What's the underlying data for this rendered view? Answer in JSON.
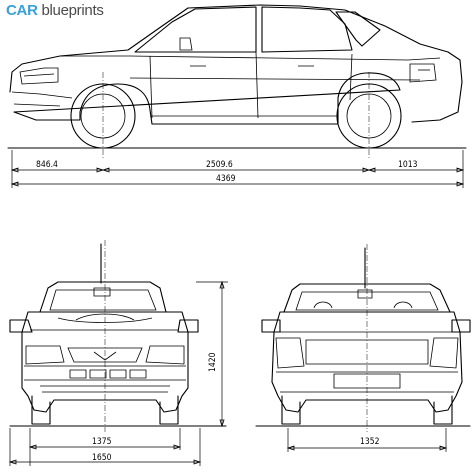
{
  "brand": {
    "part1": "CAR",
    "part2": "blueprints"
  },
  "dimensions": {
    "front_overhang": "846.4",
    "wheelbase": "2509.6",
    "rear_overhang": "1013",
    "length": "4369",
    "height": "1420",
    "front_track": "1375",
    "width": "1650",
    "rear_track": "1352"
  },
  "colors": {
    "brand_accent": "#3aa0d8",
    "brand_dark": "#4a4a4a",
    "line": "#000000"
  }
}
